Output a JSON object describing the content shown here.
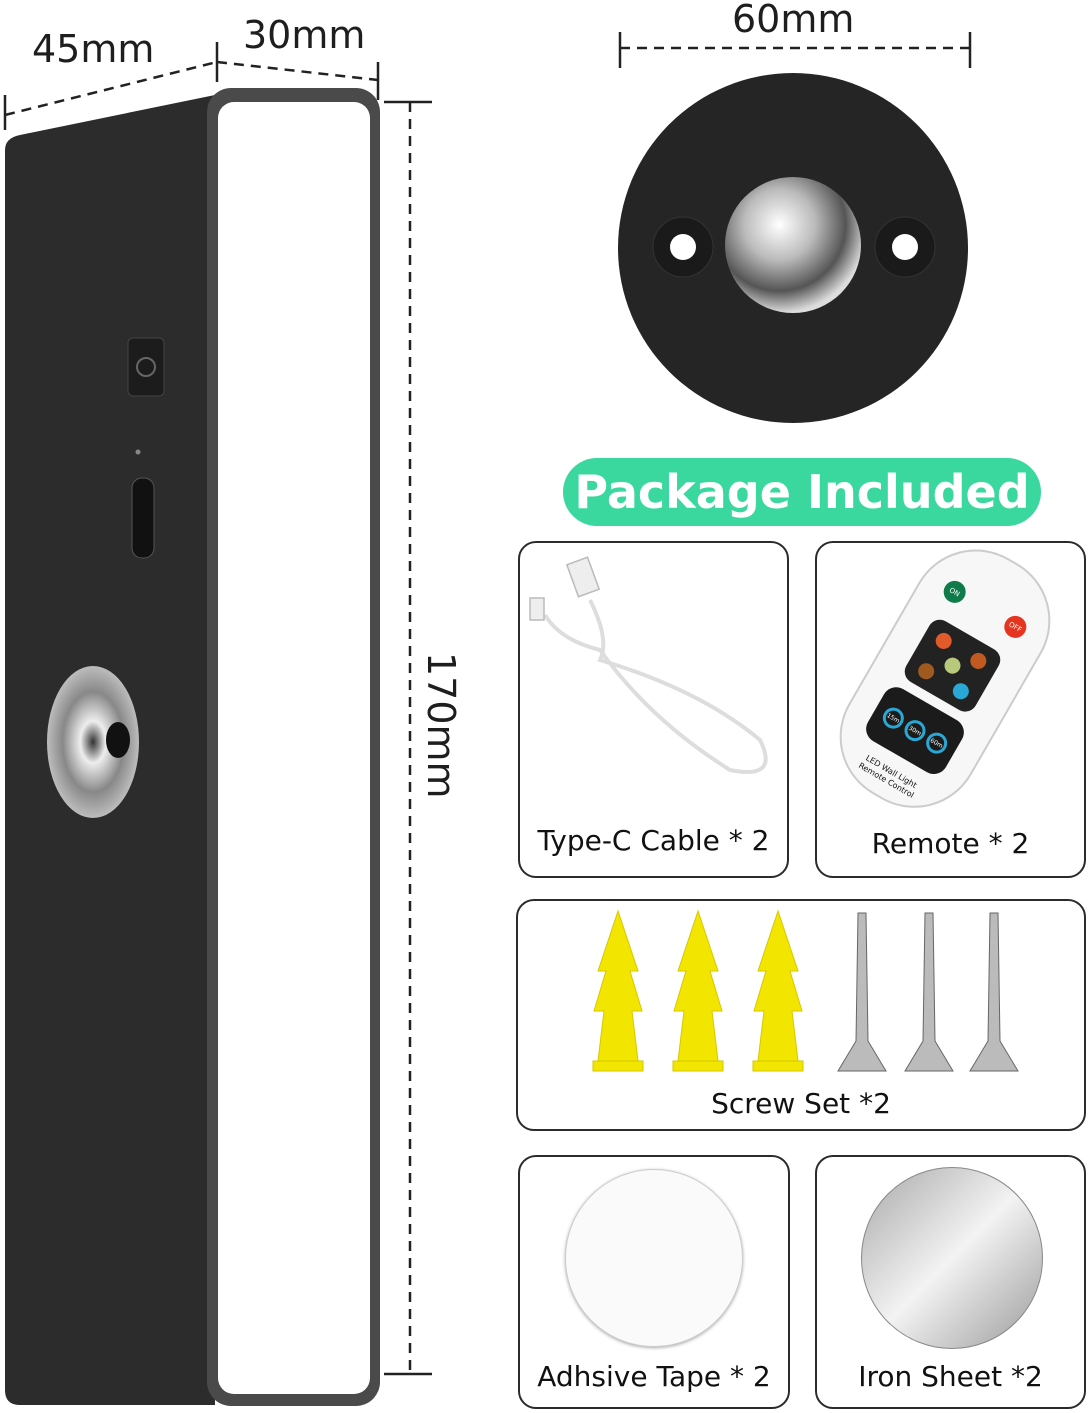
{
  "dimensions": {
    "depth": "45mm",
    "width": "30mm",
    "height": "170mm",
    "mount_diameter": "60mm"
  },
  "package_title": "Package Included",
  "items": [
    {
      "label": "Type-C Cable * 2"
    },
    {
      "label": "Remote * 2"
    },
    {
      "label": "Screw Set *2"
    },
    {
      "label": "Adhsive Tape * 2"
    },
    {
      "label": "Iron Sheet *2"
    }
  ],
  "remote": {
    "on": "ON",
    "off": "OFF",
    "caption_line1": "LED Wall Light",
    "caption_line2": "Remote Control",
    "timers": [
      "15m",
      "30m",
      "60m"
    ]
  },
  "colors": {
    "accent": "#3ad79e",
    "body": "#2a2a2a",
    "anchor": "#f2e600"
  }
}
